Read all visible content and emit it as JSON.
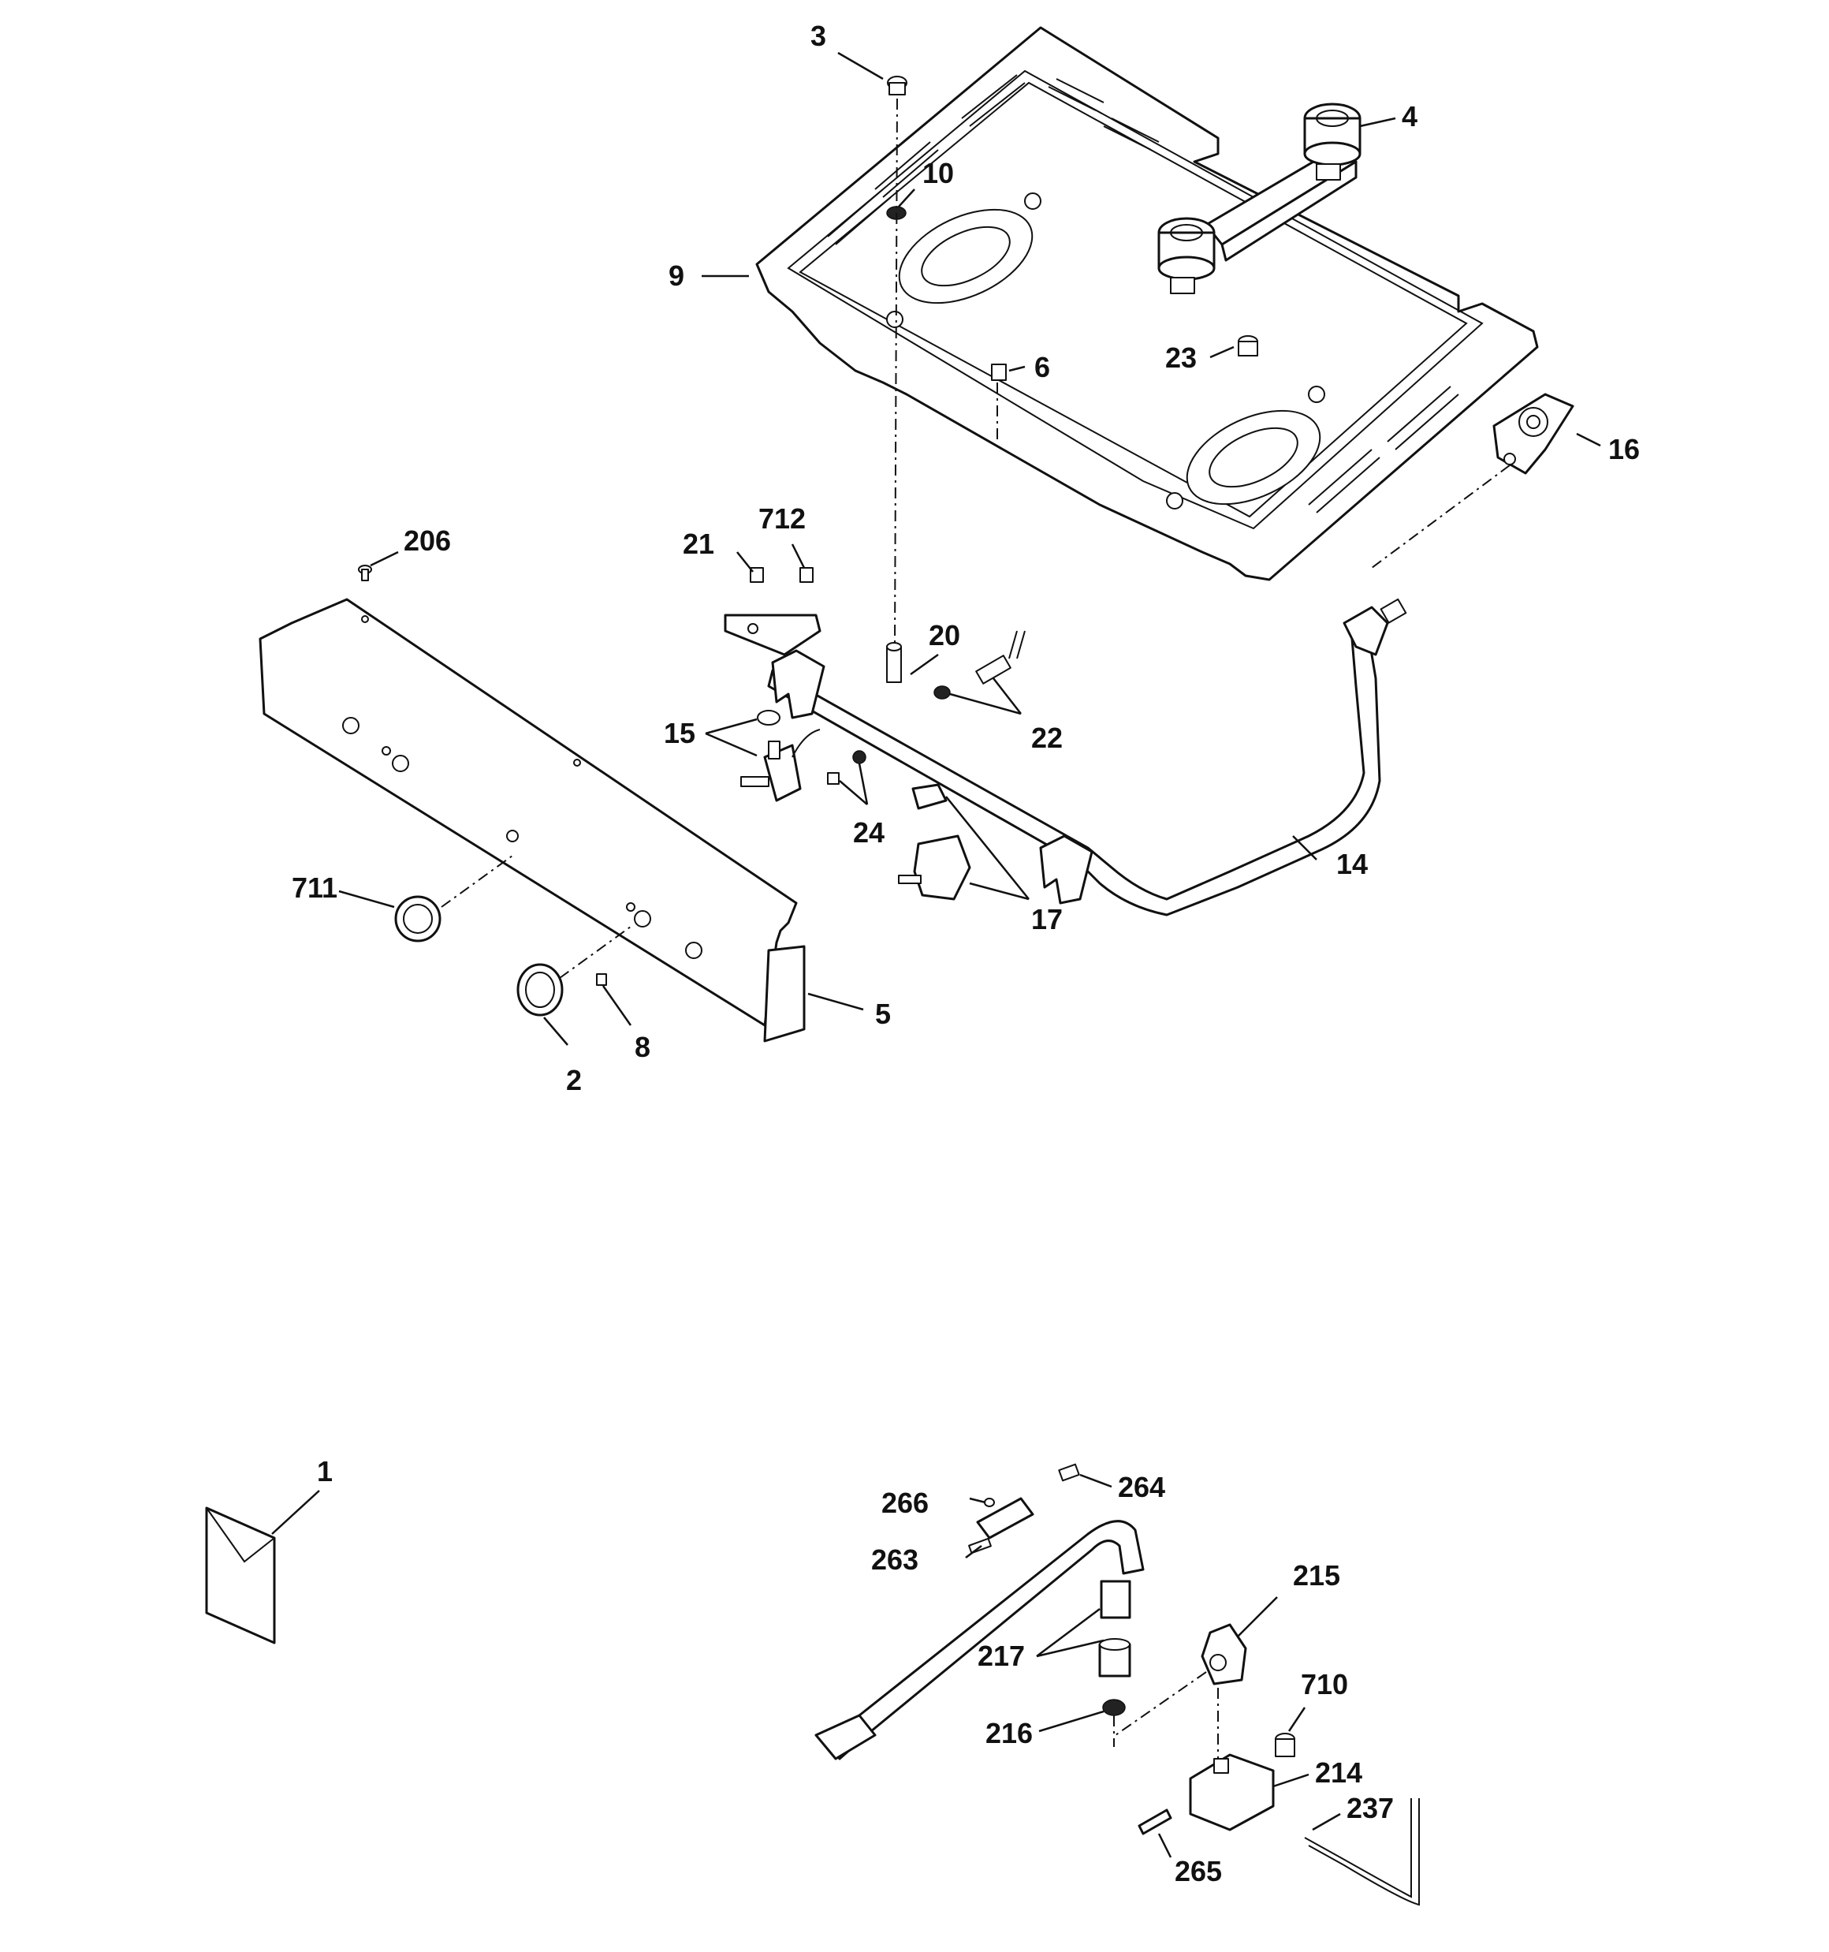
{
  "diagram": {
    "labels": {
      "p1": "1",
      "p2": "2",
      "p3": "3",
      "p4": "4",
      "p5": "5",
      "p6": "6",
      "p8": "8",
      "p9": "9",
      "p10": "10",
      "p14": "14",
      "p15": "15",
      "p16": "16",
      "p17": "17",
      "p20": "20",
      "p21": "21",
      "p22": "22",
      "p23": "23",
      "p24": "24",
      "p206": "206",
      "p214": "214",
      "p215": "215",
      "p216": "216",
      "p217": "217",
      "p237": "237",
      "p263": "263",
      "p264": "264",
      "p265": "265",
      "p266": "266",
      "p710": "710",
      "p711": "711",
      "p712": "712"
    }
  }
}
